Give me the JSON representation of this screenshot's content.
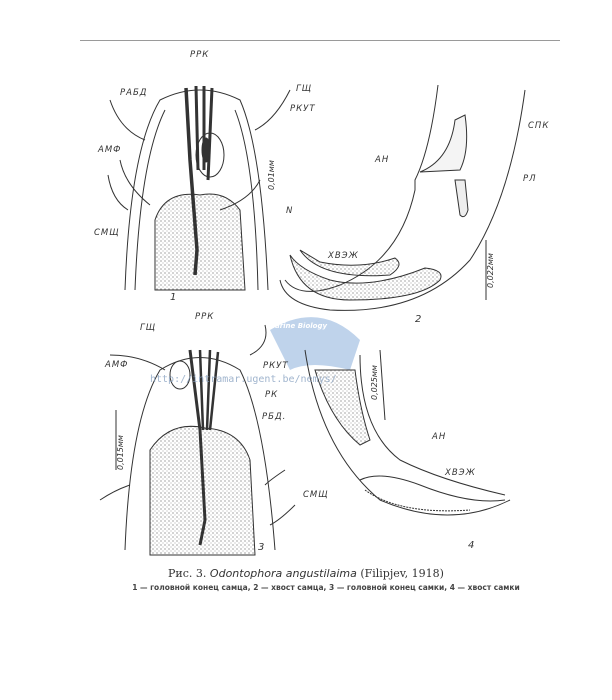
{
  "figure": {
    "caption_prefix": "Рис. 3.",
    "species": "Odontophora angustilaima",
    "authority": "(Filipjev, 1918)",
    "legend": "1 — головной конец самца, 2 — хвост самца, 3 — головной конец самки, 4 — хвост самки"
  },
  "panel1": {
    "number": "1",
    "labels": {
      "rrk": "РРК",
      "rabd": "РАБД",
      "gsh": "ГЩ",
      "rkut": "РКУТ",
      "amf": "АМФ",
      "scale": "0,01мм",
      "n": "N",
      "smsh": "СМЩ"
    }
  },
  "panel2": {
    "number": "2",
    "labels": {
      "spk": "СПК",
      "an": "АН",
      "rl": "РЛ",
      "khvezh": "ХВЭЖ",
      "scale": "0,022мм"
    }
  },
  "panel3": {
    "number": "3",
    "labels": {
      "rrk": "РРК",
      "gsh": "ГЩ",
      "amf": "АМФ",
      "rkut": "РКУТ",
      "rk": "РК",
      "rbd": "РБД.",
      "scale": "0,015мм",
      "smsh": "СМЩ"
    }
  },
  "panel4": {
    "number": "4",
    "labels": {
      "scale": "0,025мм",
      "an": "АН",
      "khvezh": "ХВЭЖ"
    }
  },
  "watermark": {
    "url": "http://intramar.ugent.be/nemys/",
    "logo_text": "Marine Biology",
    "color": "#a9c4e4"
  }
}
